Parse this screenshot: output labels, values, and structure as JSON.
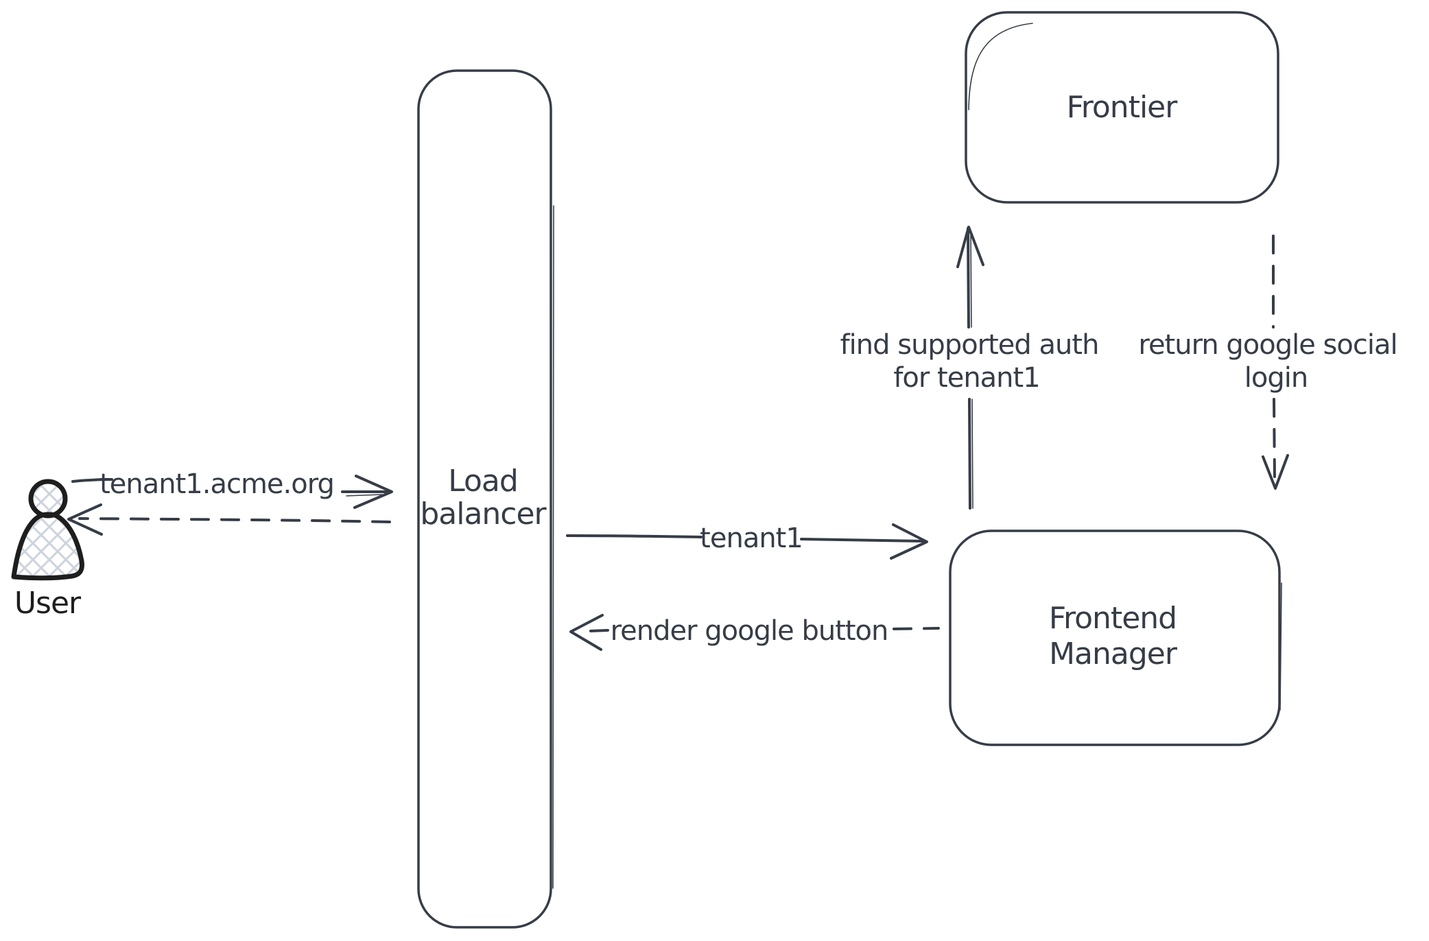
{
  "colors": {
    "background": "#ffffff",
    "diagram_stroke": "#363d47",
    "diagram_text": "#363d47",
    "actor_stroke": "#1e1e1e",
    "actor_hatch_fill": "#ccd4dc"
  },
  "nodes": {
    "user": {
      "label": "User",
      "type": "actor"
    },
    "load_balancer": {
      "line1": "Load",
      "line2": "balancer",
      "shape": "tall-rounded-rectangle"
    },
    "frontier": {
      "label": "Frontier",
      "shape": "rounded-rectangle"
    },
    "frontend_manager": {
      "line1": "Frontend",
      "line2": "Manager",
      "shape": "rounded-rectangle"
    }
  },
  "edges": {
    "user_to_load_balancer": {
      "label": "tenant1.acme.org",
      "style": "solid",
      "direction": "right"
    },
    "load_balancer_to_user": {
      "label": "",
      "style": "dashed",
      "direction": "left"
    },
    "load_balancer_to_frontend_manager": {
      "label": "tenant1",
      "style": "solid",
      "direction": "right"
    },
    "frontend_manager_to_load_balancer": {
      "label": "render google button",
      "style": "dashed",
      "direction": "left"
    },
    "frontend_manager_to_frontier": {
      "line1": "find supported auth",
      "line2": "for tenant1",
      "style": "solid",
      "direction": "up"
    },
    "frontier_to_frontend_manager": {
      "line1": "return google social",
      "line2": "login",
      "style": "dashed",
      "direction": "down"
    }
  }
}
